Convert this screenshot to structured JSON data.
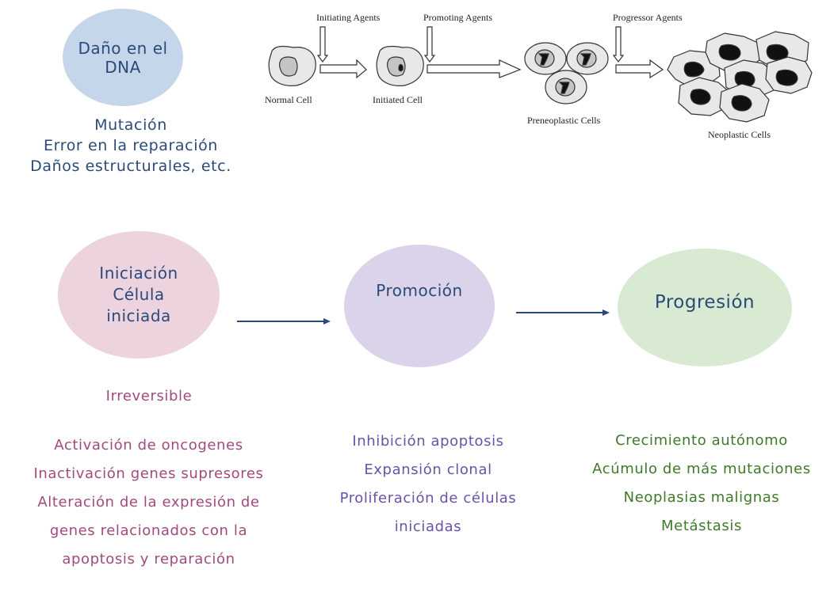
{
  "dna_damage": {
    "title_lines": [
      "Daño en el",
      "DNA"
    ],
    "causes": [
      "Mutación",
      "Error en la reparación",
      "Daños estructurales, etc."
    ]
  },
  "schematic": {
    "agent_labels": [
      "Initiating Agents",
      "Promoting Agents",
      "Progressor Agents"
    ],
    "cell_labels": [
      "Normal Cell",
      "Initiated Cell",
      "Preneoplastic Cells",
      "Neoplastic Cells"
    ]
  },
  "stages": [
    {
      "title_lines": [
        "Iniciación",
        "Célula",
        "iniciada"
      ],
      "note": "Irreversible",
      "items": [
        "Activación de oncogenes",
        "Inactivación genes supresores",
        "Alteración de la expresión de",
        "genes relacionados con la",
        "apoptosis y reparación"
      ],
      "fill": "#ecd3de",
      "text_color": "#a24a7c"
    },
    {
      "title_lines": [
        "Promoción"
      ],
      "items": [
        "Inhibición apoptosis",
        "Expansión clonal",
        "Proliferación de células",
        "iniciadas"
      ],
      "fill": "#dbd3ea",
      "text_color": "#6a52a8"
    },
    {
      "title_lines": [
        "Progresión"
      ],
      "items": [
        "Crecimiento autónomo",
        "Acúmulo de más mutaciones",
        "Neoplasias malignas",
        "Metástasis"
      ],
      "fill": "#d9ead3",
      "text_color": "#3e7a2a"
    }
  ],
  "colors": {
    "title_text": "#2b4a7a",
    "arrow": "#2b4a7a",
    "dna_fill": "#c6d6ea"
  }
}
